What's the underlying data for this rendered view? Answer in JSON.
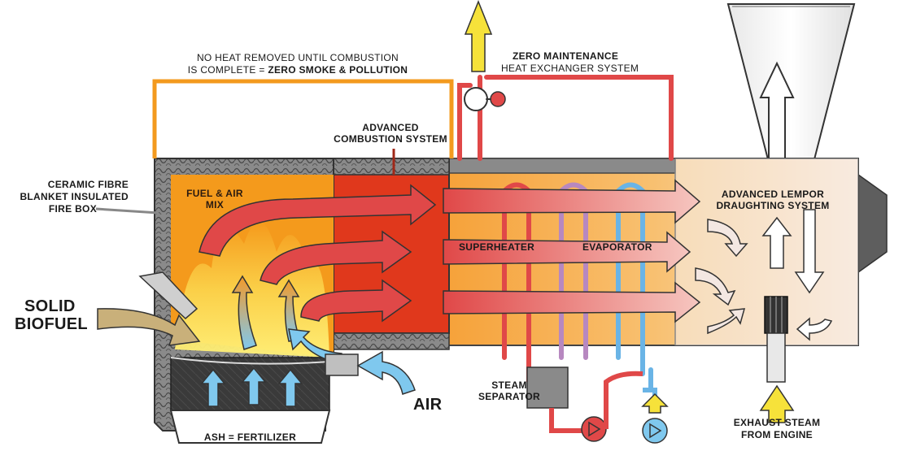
{
  "labels": {
    "no_heat_line1": "NO HEAT REMOVED UNTIL COMBUSTION",
    "no_heat_line2a": "IS COMPLETE = ",
    "no_heat_line2b": "ZERO SMOKE & POLLUTION",
    "zero_maint_line1": "ZERO MAINTENANCE",
    "zero_maint_line2": "HEAT EXCHANGER SYSTEM",
    "adv_comb_line1": "ADVANCED",
    "adv_comb_line2": "COMBUSTION SYSTEM",
    "ceramic_line1": "CERAMIC FIBRE",
    "ceramic_line2": "BLANKET INSULATED",
    "ceramic_line3": "FIRE BOX",
    "fuel_air_line1": "FUEL & AIR",
    "fuel_air_line2": "MIX",
    "superheater": "SUPERHEATER",
    "evaporator": "EVAPORATOR",
    "lempor_line1": "ADVANCED LEMPOR",
    "lempor_line2": "DRAUGHTING SYSTEM",
    "solid_line1": "SOLID",
    "solid_line2": "BIOFUEL",
    "air": "AIR",
    "steam_sep_line1": "STEAM",
    "steam_sep_line2": "SEPARATOR",
    "ash": "ASH = FERTILIZER",
    "exhaust_line1": "EXHAUST STEAM",
    "exhaust_line2": "FROM ENGINE"
  },
  "colors": {
    "orange_line": "#f39a1e",
    "red_pipe": "#e04848",
    "fire_orange": "#f49a1c",
    "combustion_red": "#e0381c",
    "blue_air": "#7fc8ee",
    "yellow_arrow": "#f6e23a",
    "biofuel": "#c9b07a",
    "ash_dark": "#3a3a3a"
  }
}
